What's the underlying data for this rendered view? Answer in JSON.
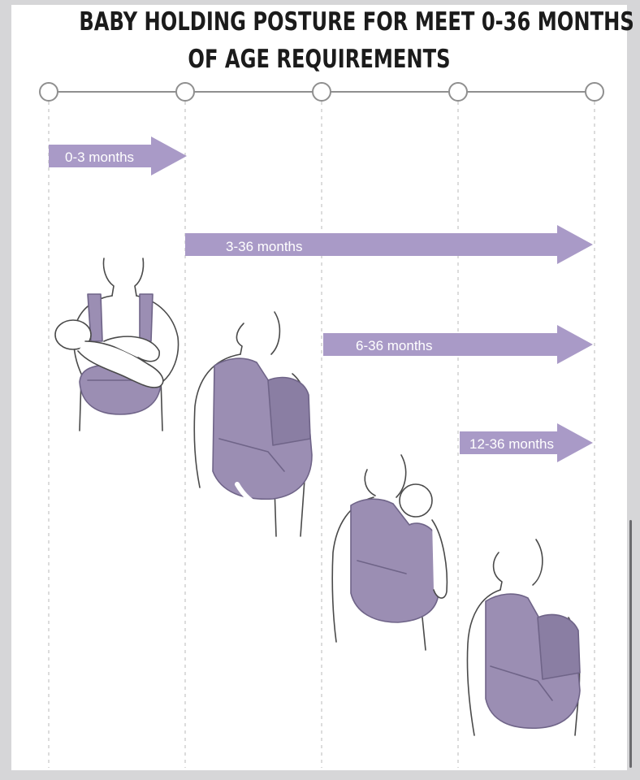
{
  "title_lines": [
    "BABY HOLDING POSTURE FOR MEET 0-36 MONTHS",
    "OF AGE REQUIREMENTS"
  ],
  "colors": {
    "accent": "#a99ac7",
    "carrier": "#9b8eb3",
    "line": "#8a8a8a",
    "background": "#ffffff"
  },
  "stages": [
    {
      "label": "0-3 months"
    },
    {
      "label": "3-36 months"
    },
    {
      "label": "6-36 months"
    },
    {
      "label": "12-36 months"
    }
  ]
}
